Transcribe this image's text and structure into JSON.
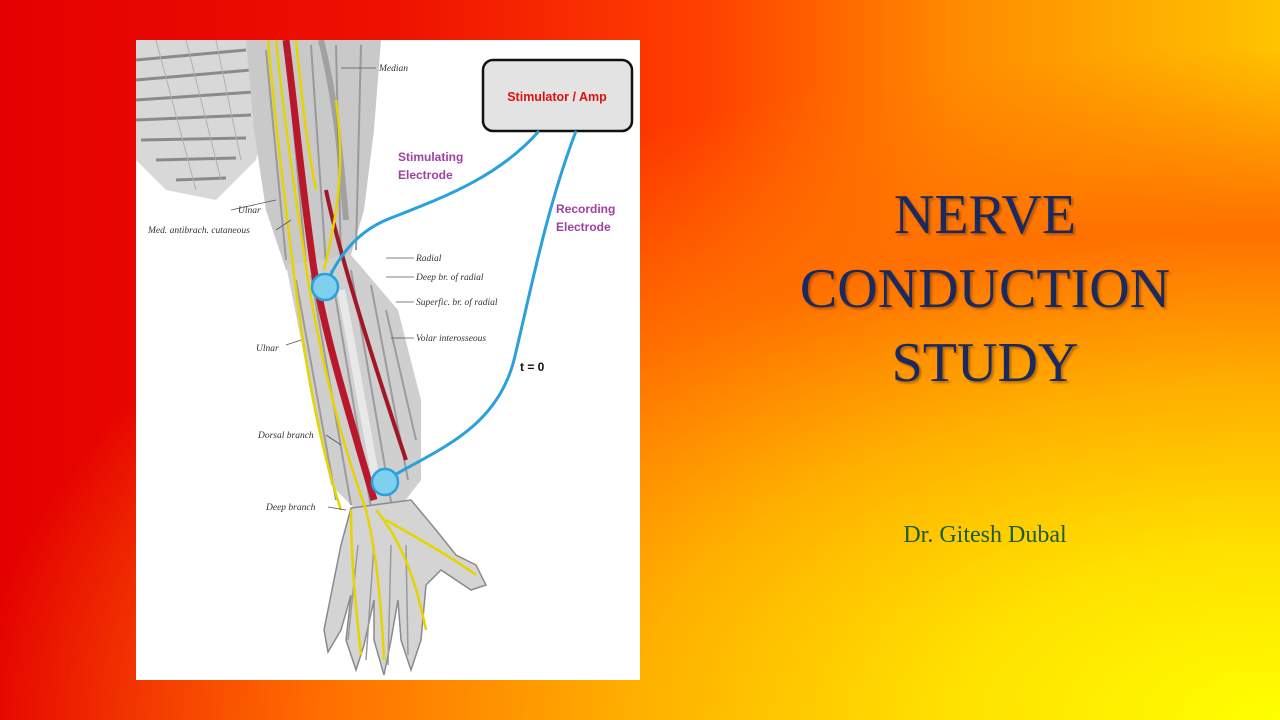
{
  "slide": {
    "title_lines": [
      "NERVE",
      "CONDUCTION",
      "STUDY"
    ],
    "author": "Dr. Gitesh Dubal"
  },
  "figure": {
    "device_label": "Stimulator / Amp",
    "stimulating_label_1": "Stimulating",
    "stimulating_label_2": "Electrode",
    "recording_label_1": "Recording",
    "recording_label_2": "Electrode",
    "time_label": "t = 0",
    "anatomy_labels": {
      "median": "Median",
      "ulnar_upper": "Ulnar",
      "med_antibrach": "Med. antibrach. cutaneous",
      "radial": "Radial",
      "deep_br_radial": "Deep br. of radial",
      "superfic_br_radial": "Superfic. br. of radial",
      "volar_interosseous": "Volar interosseous",
      "ulnar_lower": "Ulnar",
      "dorsal_branch": "Dorsal branch",
      "deep_branch": "Deep branch"
    }
  },
  "colors": {
    "title": "#1a2a5e",
    "author": "#1e5c2a",
    "electrode": "#7fd0ef",
    "lead_wire": "#2aa0dc",
    "nerve": "#e6d400",
    "artery": "#b8182a"
  }
}
